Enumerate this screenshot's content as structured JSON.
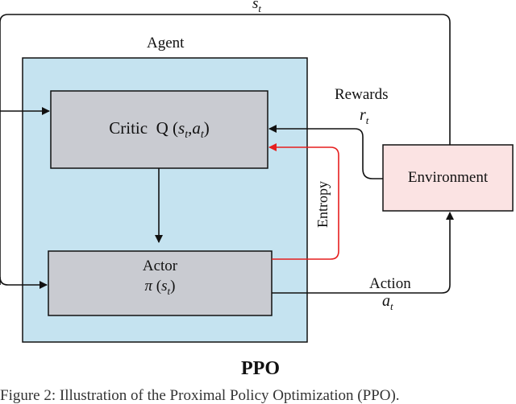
{
  "labels": {
    "state_top": {
      "base": "s",
      "sub": "t"
    },
    "agent": "Agent",
    "rewards": "Rewards",
    "reward_symbol": {
      "base": "r",
      "sub": "t"
    },
    "entropy": "Entropy",
    "action": "Action",
    "action_symbol": {
      "base": "a",
      "sub": "t"
    },
    "ppo": "PPO"
  },
  "critic": {
    "name": "Critic",
    "func": "Q",
    "open": "(",
    "arg1": {
      "base": "s",
      "sub": "t"
    },
    "comma": ",",
    "arg2": {
      "base": "a",
      "sub": "t"
    },
    "close": ")"
  },
  "actor": {
    "name": "Actor",
    "func": "π",
    "open": "(",
    "arg": {
      "base": "s",
      "sub": "t"
    },
    "close": ")"
  },
  "environment": {
    "name": "Environment"
  },
  "caption": "Figure 2: Illustration of the Proximal Policy Optimization (PPO).",
  "colors": {
    "agent_fill": "#c5e3f0",
    "module_fill": "#c9cbd1",
    "environment_fill": "#fbe3e3",
    "arrow": "#111111",
    "entropy_arrow": "#e61e1e"
  }
}
